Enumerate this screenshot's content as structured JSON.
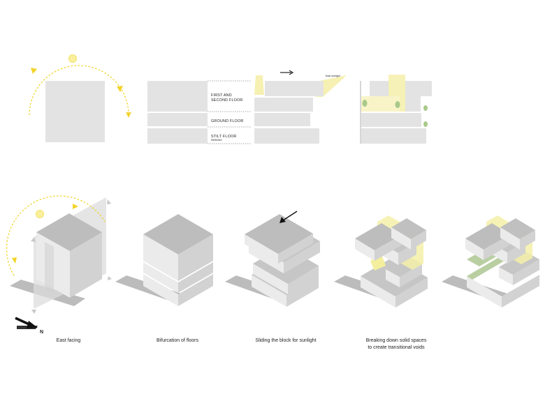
{
  "labels": {
    "east_sunlight": "East sunlight",
    "first_second_floor_line1": "FIRST AND",
    "first_second_floor_line2": "SECOND FLOOR",
    "ground_floor": "GROUND FLOOR",
    "stilt_floor": "STILT FLOOR",
    "parking": "PARKING",
    "north": "N"
  },
  "captions": {
    "east_facing": "East facing",
    "bifurcation": "Bifurcation of floors",
    "sliding": "Sliding the block for sunlight",
    "breaking_line1": "Breaking down solid spaces",
    "breaking_line2": "to create transitional voids"
  },
  "colors": {
    "block_fill": "#e3e3e3",
    "top_face": "#bdbdbd",
    "left_face": "#ebebeb",
    "right_face": "#d2d2d2",
    "road": "#bcbcbc",
    "sun_fill": "#f9ef9c",
    "sun_path": "#f2d42a",
    "void_yellow": "#f5f1b8",
    "green_terrace": "#b9cfa2",
    "tree": "#a9c98a"
  }
}
